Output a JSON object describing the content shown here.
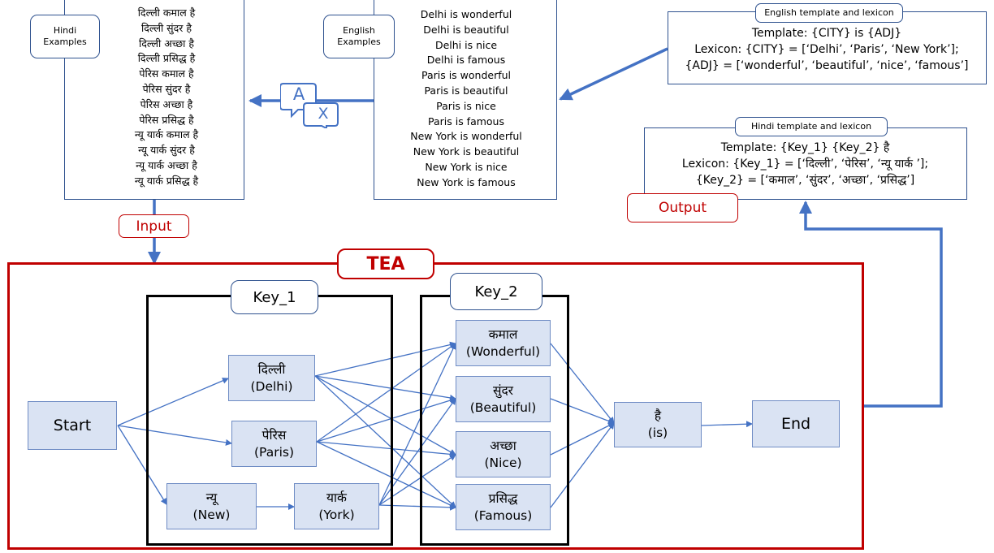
{
  "hindi_panel": {
    "tag": "Hindi Examples",
    "lines": [
      "दिल्ली कमाल है",
      "दिल्ली सुंदर है",
      "दिल्ली अच्छा है",
      "दिल्ली प्रसिद्ध है",
      "पेरिस कमाल है",
      "पेरिस सुंदर है",
      "पेरिस अच्छा है",
      "पेरिस प्रसिद्ध है",
      "न्यू यार्क कमाल है",
      "न्यू यार्क सुंदर है",
      "न्यू यार्क अच्छा है",
      "न्यू यार्क प्रसिद्ध है"
    ]
  },
  "english_panel": {
    "tag": "English Examples",
    "lines": [
      "Delhi is wonderful",
      "Delhi is beautiful",
      "Delhi is nice",
      "Delhi is famous",
      "Paris is wonderful",
      "Paris is beautiful",
      "Paris is nice",
      "Paris is famous",
      "New York is wonderful",
      "New York is beautiful",
      "New York is nice",
      "New York is famous"
    ]
  },
  "translate_icon": {
    "icon": "translate-icon",
    "letter_a": "A",
    "letter_x": "X"
  },
  "english_template": {
    "tag": "English template and lexicon",
    "lines": [
      "Template: {CITY} is {ADJ}",
      "Lexicon: {CITY} = [‘Delhi’, ‘Paris’, ‘New York’];",
      "{ADJ} = [‘wonderful’, ‘beautiful’, ‘nice’, ‘famous’]"
    ]
  },
  "hindi_template": {
    "tag": "Hindi template and lexicon",
    "lines": [
      "Template: {Key_1} {Key_2} है",
      "Lexicon: {Key_1} = [‘दिल्ली’, ‘पेरिस’, ‘न्यू यार्क ’];",
      "{Key_2} = [‘कमाल’, ‘सुंदर’, ‘अच्छा’, ‘प्रसिद्ध’]"
    ]
  },
  "labels": {
    "input": "Input",
    "output": "Output",
    "tea": "TEA",
    "key1": "Key_1",
    "key2": "Key_2"
  },
  "nodes": {
    "start": "Start",
    "end": "End",
    "delhi": {
      "hi": "दिल्ली",
      "en": "(Delhi)"
    },
    "paris": {
      "hi": "पेरिस",
      "en": "(Paris)"
    },
    "new": {
      "hi": "न्यू",
      "en": "(New)"
    },
    "york": {
      "hi": "यार्क",
      "en": "(York)"
    },
    "kamal": {
      "hi": "कमाल",
      "en": "(Wonderful)"
    },
    "sundar": {
      "hi": "सुंदर",
      "en": "(Beautiful)"
    },
    "achha": {
      "hi": "अच्छा",
      "en": "(Nice)"
    },
    "prasiddh": {
      "hi": "प्रसिद्ध",
      "en": "(Famous)"
    },
    "hai": {
      "hi": "है",
      "en": "(is)"
    }
  },
  "colors": {
    "blue": "#4472c4",
    "red": "#c00000",
    "node_fill": "#dae3f3",
    "border": "#2f528f"
  }
}
